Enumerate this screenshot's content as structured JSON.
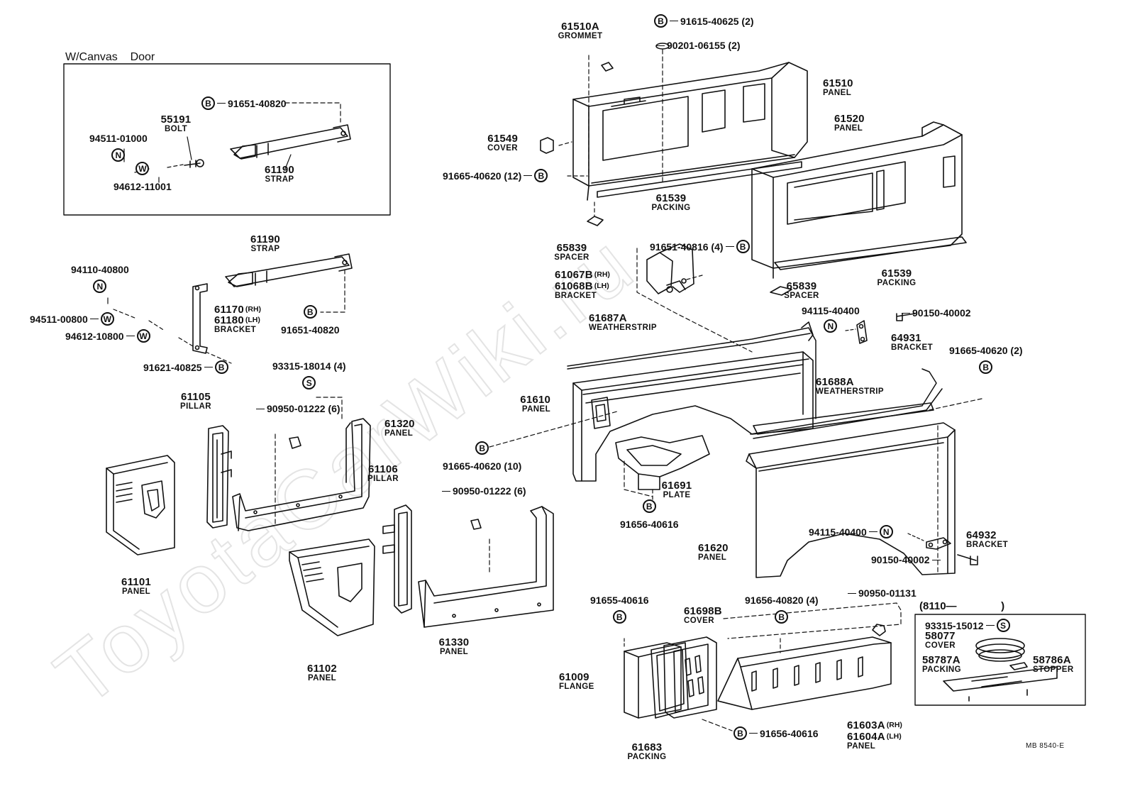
{
  "watermark": "ToyotaCarWiki.ru",
  "inset_left": {
    "title_a": "W/Canvas",
    "title_b": "Door"
  },
  "inset_right": {
    "title": "(8110—",
    "title_end": ")"
  },
  "drawing_code": "MB  8540-E",
  "parts": {
    "p61510A": {
      "pn": "61510A",
      "name": "GROMMET"
    },
    "p61510": {
      "pn": "61510",
      "name": "PANEL"
    },
    "p61520": {
      "pn": "61520",
      "name": "PANEL"
    },
    "p61549": {
      "pn": "61549",
      "name": "COVER"
    },
    "p61539a": {
      "pn": "61539",
      "name": "PACKING"
    },
    "p61539b": {
      "pn": "61539",
      "name": "PACKING"
    },
    "p65839a": {
      "pn": "65839",
      "name": "SPACER"
    },
    "p65839b": {
      "pn": "65839",
      "name": "SPACER"
    },
    "p61067B": {
      "pn": "61067B",
      "sfx": "(RH)"
    },
    "p61068B": {
      "pn": "61068B",
      "sfx": "(LH)",
      "name": "BRACKET"
    },
    "p61687A": {
      "pn": "61687A",
      "name": "WEATHERSTRIP"
    },
    "p61688A": {
      "pn": "61688A",
      "name": "WEATHERSTRIP"
    },
    "p64931": {
      "pn": "64931",
      "name": "BRACKET"
    },
    "p64932": {
      "pn": "64932",
      "name": "BRACKET"
    },
    "p61610": {
      "pn": "61610",
      "name": "PANEL"
    },
    "p61620": {
      "pn": "61620",
      "name": "PANEL"
    },
    "p61691": {
      "pn": "61691",
      "name": "PLATE"
    },
    "p55191": {
      "pn": "55191",
      "name": "BOLT"
    },
    "p61190a": {
      "pn": "61190",
      "name": "STRAP"
    },
    "p61190b": {
      "pn": "61190",
      "name": "STRAP"
    },
    "p61170": {
      "pn": "61170",
      "sfx": "(RH)"
    },
    "p61180": {
      "pn": "61180",
      "sfx": "(LH)",
      "name": "BRACKET"
    },
    "p61105": {
      "pn": "61105",
      "name": "PILLAR"
    },
    "p61106": {
      "pn": "61106",
      "name": "PILLAR"
    },
    "p61320": {
      "pn": "61320",
      "name": "PANEL"
    },
    "p61330": {
      "pn": "61330",
      "name": "PANEL"
    },
    "p61101": {
      "pn": "61101",
      "name": "PANEL"
    },
    "p61102": {
      "pn": "61102",
      "name": "PANEL"
    },
    "p61009": {
      "pn": "61009",
      "name": "FLANGE"
    },
    "p61683": {
      "pn": "61683",
      "name": "PACKING"
    },
    "p61698B": {
      "pn": "61698B",
      "name": "COVER"
    },
    "p61603A": {
      "pn": "61603A",
      "sfx": "(RH)"
    },
    "p61604A": {
      "pn": "61604A",
      "sfx": "(LH)",
      "name": "PANEL"
    },
    "p58077": {
      "pn": "58077",
      "name": "COVER"
    },
    "p58787A": {
      "pn": "58787A",
      "name": "PACKING"
    },
    "p58786A": {
      "pn": "58786A",
      "name": "STOPPER"
    }
  },
  "fasteners": {
    "f1": {
      "sym": "B",
      "pn": "91615-40625 (2)"
    },
    "f2": {
      "pn": "90201-06155 (2)"
    },
    "f3": {
      "sym": "B",
      "pn": "91665-40620 (12)"
    },
    "f4": {
      "sym": "B",
      "pn": "91651-40816 (4)"
    },
    "f5": {
      "sym": "N",
      "pn": "94115-40400"
    },
    "f6": {
      "pn": "90150-40002"
    },
    "f7": {
      "sym": "B",
      "pn": "91665-40620 (2)"
    },
    "f8": {
      "sym": "B",
      "pn": "91665-40620 (10)"
    },
    "f9": {
      "sym": "B",
      "pn": "91656-40616"
    },
    "f10": {
      "sym": "N",
      "pn": "94115-40400"
    },
    "f11": {
      "pn": "90150-40002"
    },
    "f12": {
      "sym": "B",
      "pn": "91651-40820"
    },
    "f13": {
      "sym": "N",
      "pn": "94511-01000"
    },
    "f14": {
      "sym": "W",
      "pn": "94612-11001"
    },
    "f15": {
      "sym": "N",
      "pn": "94110-40800"
    },
    "f16": {
      "sym": "W",
      "pn": "94511-00800"
    },
    "f17": {
      "sym": "W",
      "pn": "94612-10800"
    },
    "f18": {
      "sym": "B",
      "pn": "91621-40825"
    },
    "f19": {
      "sym": "B",
      "pn": "91651-40820"
    },
    "f20": {
      "sym": "S",
      "pn": "93315-18014 (4)"
    },
    "f21": {
      "pn": "90950-01222 (6)"
    },
    "f22": {
      "pn": "90950-01222 (6)"
    },
    "f23": {
      "sym": "B",
      "pn": "91655-40616"
    },
    "f24": {
      "sym": "B",
      "pn": "91656-40820 (4)"
    },
    "f25": {
      "pn": "90950-01131"
    },
    "f26": {
      "sym": "B",
      "pn": "91656-40616"
    },
    "f27": {
      "sym": "S",
      "pn": "93315-15012"
    }
  }
}
